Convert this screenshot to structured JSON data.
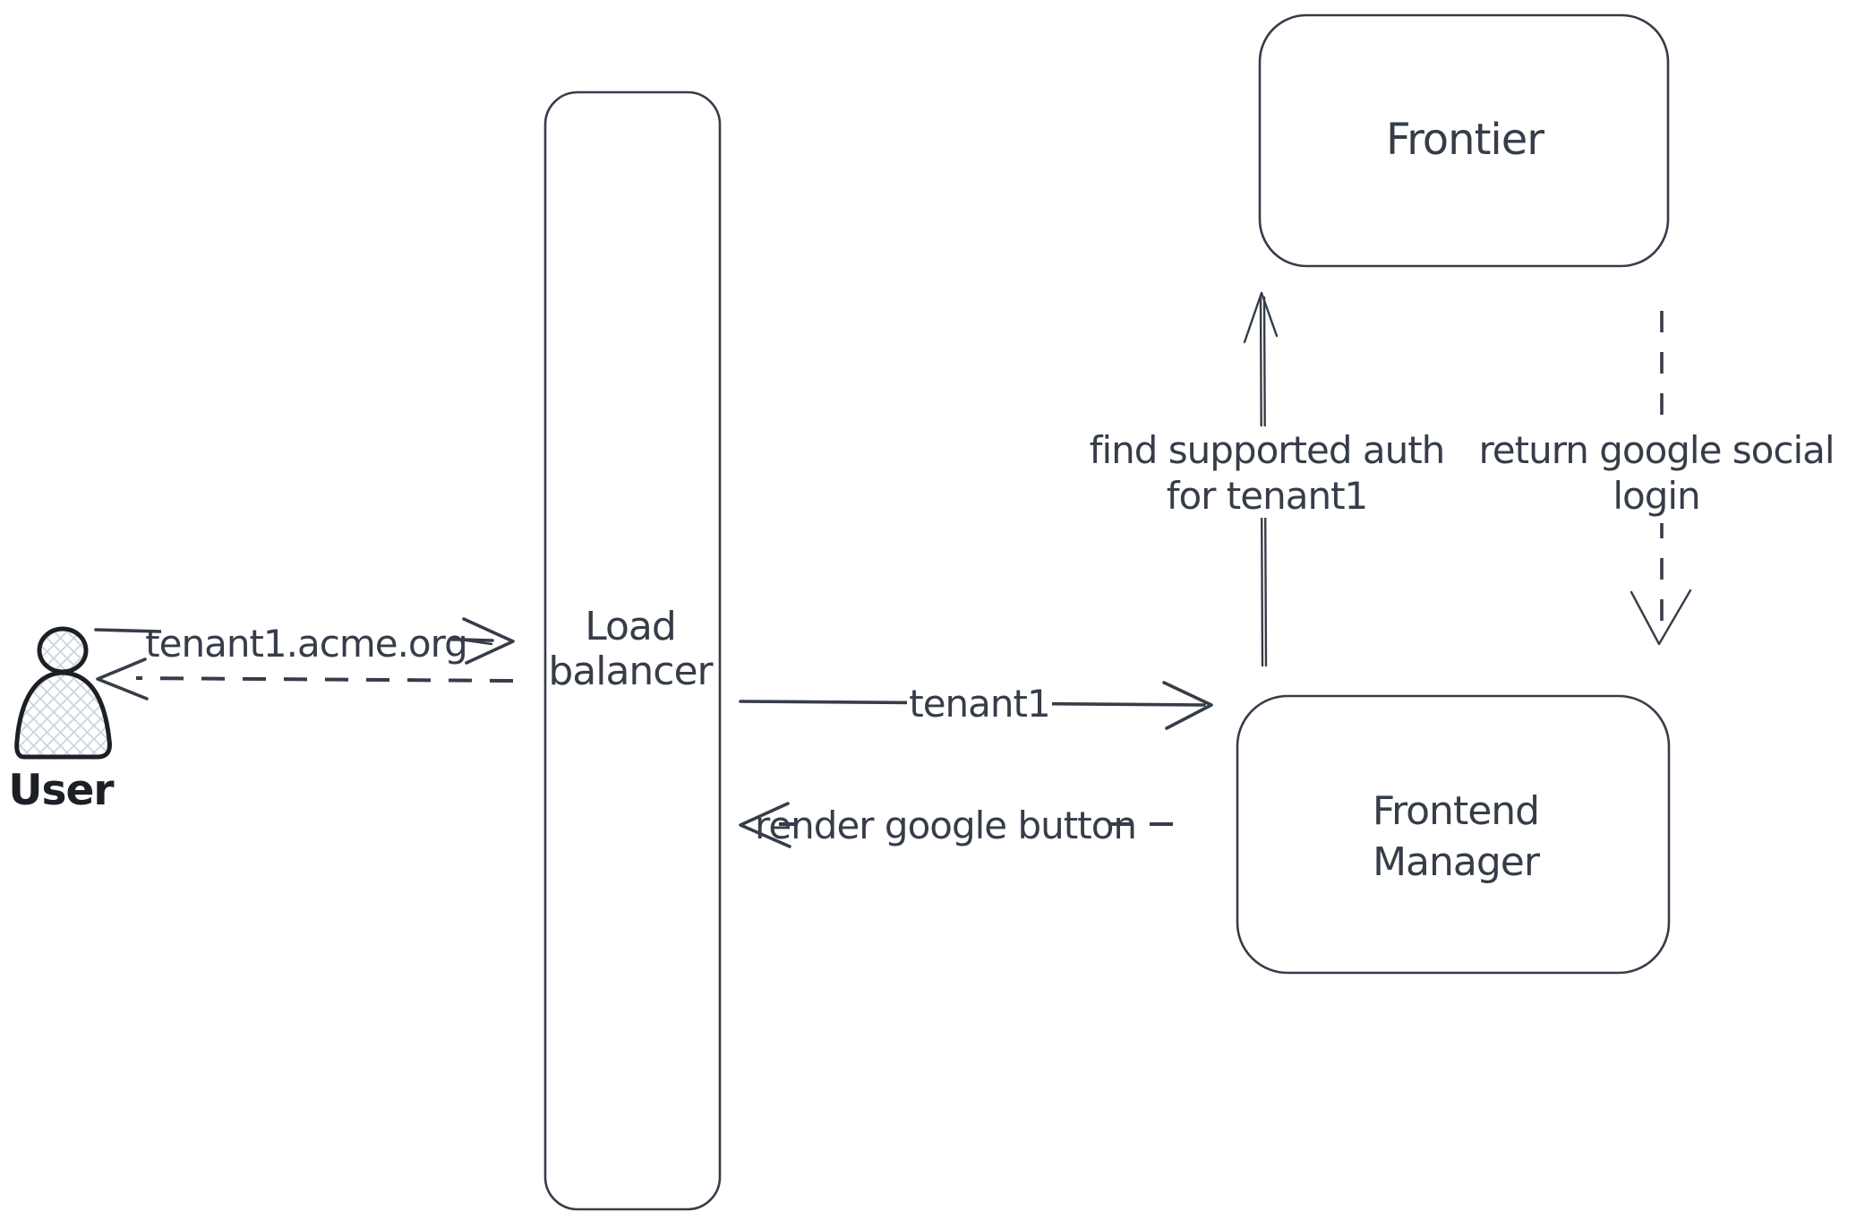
{
  "title": "Multi-tenant social login flow diagram",
  "colors": {
    "stroke": "#363d49",
    "icon_stroke": "#1c2026",
    "hatch": "#cdd5e0",
    "label_bg": "#ffffff",
    "canvas_bg": "#ffffff"
  },
  "nodes": {
    "user": {
      "label": "User",
      "icon": "person-icon"
    },
    "load_balancer": {
      "label_lines": [
        "Load",
        "balancer"
      ]
    },
    "frontier": {
      "label": "Frontier"
    },
    "frontend_manager": {
      "label_lines": [
        "Frontend",
        "Manager"
      ]
    }
  },
  "arrows": {
    "user_to_lb": {
      "label": "tenant1.acme.org",
      "style": "solid",
      "from": "user",
      "to": "load_balancer"
    },
    "lb_to_user": {
      "label": "",
      "style": "dashed",
      "from": "load_balancer",
      "to": "user"
    },
    "lb_to_fm": {
      "label": "tenant1",
      "style": "solid",
      "from": "load_balancer",
      "to": "frontend_manager"
    },
    "fm_to_lb": {
      "label": "render google button",
      "style": "dashed",
      "from": "frontend_manager",
      "to": "load_balancer"
    },
    "fm_to_frontier": {
      "label_lines": [
        "find supported auth",
        "for tenant1"
      ],
      "style": "solid",
      "from": "frontend_manager",
      "to": "frontier"
    },
    "frontier_to_fm": {
      "label_lines": [
        "return google social",
        "login"
      ],
      "style": "dashed",
      "from": "frontier",
      "to": "frontend_manager"
    }
  }
}
